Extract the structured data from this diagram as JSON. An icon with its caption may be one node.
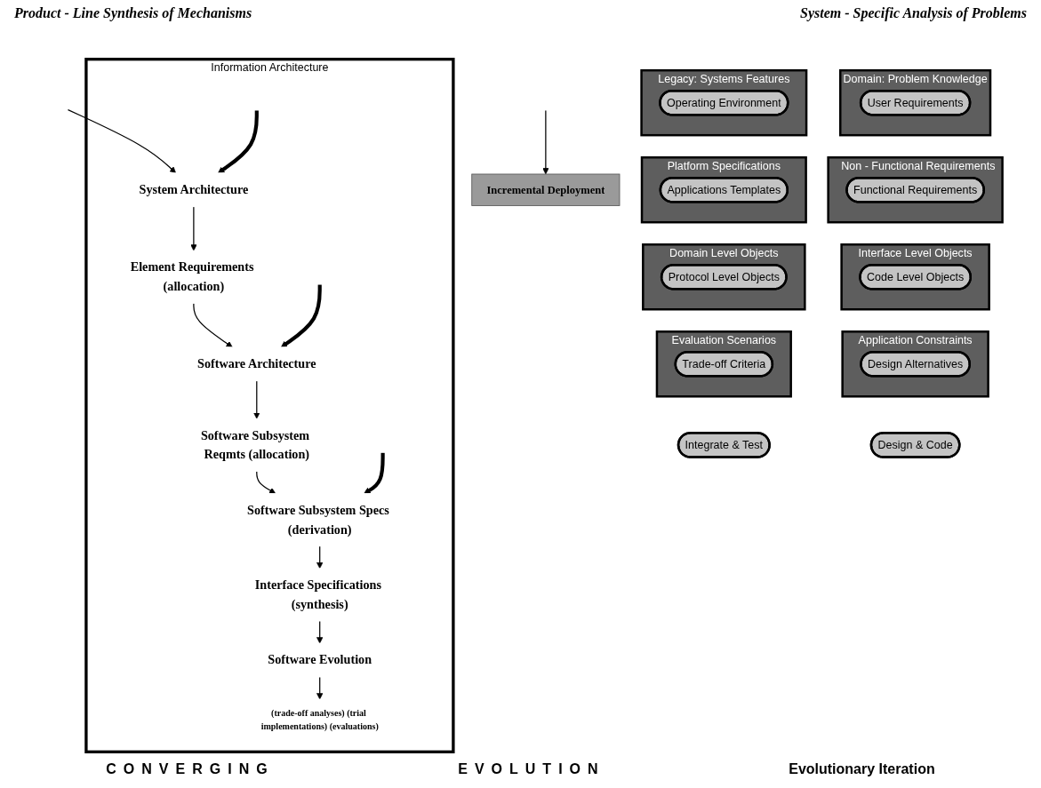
{
  "diagram": {
    "nodes": [
      {
        "text": [
          "Information Architecture"
        ]
      },
      {
        "text": [
          "System Architecture"
        ],
        "in": 0
      },
      {
        "text": [
          "Element Requirements (allocation)"
        ],
        "in": 0
      },
      {
        "text": [
          "Software Architecture"
        ],
        "in": 0
      },
      {
        "text": [
          "Software Subsystem Reqmts (allocation)"
        ],
        "in": 0
      },
      {
        "text": [
          "Software Subsystem Specs (derivation)"
        ],
        "in": 0
      },
      {
        "text": [
          "Interface Specifications (synthesis)"
        ],
        "in": 0
      },
      {
        "text": [
          "Software Evolution"
        ],
        "in": 0
      },
      {
        "text": [
          "(trade-off analyses) (trial implementations) (evaluations)"
        ],
        "in": 0
      },
      {
        "text": [
          "Incremental Deployment"
        ]
      },
      {
        "text": [
          "Legacy: Systems Features"
        ]
      },
      {
        "text": [
          "Operating Environment"
        ],
        "in": 10
      },
      {
        "text": [
          "Platform Specifications"
        ]
      },
      {
        "text": [
          "Applications Templates"
        ],
        "in": 12
      },
      {
        "text": [
          "Domain Level Objects"
        ]
      },
      {
        "text": [
          "Protocol Level Objects"
        ],
        "in": 14
      },
      {
        "text": [
          "Evaluation Scenarios"
        ]
      },
      {
        "text": [
          "Trade-off Criteria"
        ],
        "in": 16
      },
      {
        "text": [
          "Integrate & Test"
        ]
      },
      {
        "text": [
          "Domain: Problem Knowledge"
        ]
      },
      {
        "text": [
          "User Requirements"
        ],
        "in": 19
      },
      {
        "text": [
          "Non - Functional Requirements"
        ]
      },
      {
        "text": [
          "Functional Requirements"
        ],
        "in": 21
      },
      {
        "text": [
          "Interface Level Objects"
        ]
      },
      {
        "text": [
          "Code Level Objects"
        ],
        "in": 23
      },
      {
        "text": [
          "Application Constraints"
        ]
      },
      {
        "text": [
          "Design Alternatives"
        ],
        "in": 25
      },
      {
        "text": [
          "Design & Code"
        ]
      }
    ],
    "edges": [
      {
        "from": null,
        "to": 1,
        "arrow": "to"
      },
      {
        "from": 1,
        "to": 2,
        "arrow": "to"
      },
      {
        "from": 2,
        "to": 3,
        "arrow": "to"
      },
      {
        "from": 3,
        "to": 4,
        "arrow": "to"
      },
      {
        "from": 4,
        "to": 5,
        "arrow": "to"
      },
      {
        "from": 5,
        "to": 6,
        "arrow": "to"
      },
      {
        "from": 6,
        "to": 7,
        "arrow": "to"
      },
      {
        "from": 7,
        "to": 8,
        "arrow": "to"
      },
      {
        "from": null,
        "to": 9,
        "arrow": "to"
      },
      {
        "from": null,
        "to": 1,
        "arrow": "to",
        "style": "thick"
      },
      {
        "from": null,
        "to": 3,
        "arrow": "to",
        "style": "thick"
      },
      {
        "from": null,
        "to": 5,
        "arrow": "to",
        "style": "thick"
      }
    ],
    "labels": [
      "Product - Line Synthesis of Mechanisms",
      "System - Specific Analysis of Problems",
      "CONVERGING",
      "EVOLUTION",
      "Evolutionary Iteration"
    ]
  }
}
